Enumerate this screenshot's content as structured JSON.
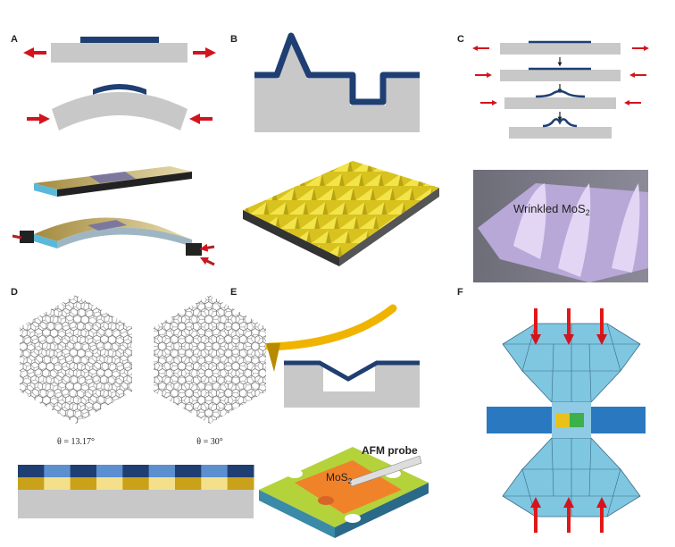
{
  "panels": {
    "a": {
      "label": "A"
    },
    "b": {
      "label": "B"
    },
    "c": {
      "label": "C",
      "sem_text": "Wrinkled MoS",
      "sem_sub": "2"
    },
    "d": {
      "label": "D",
      "angle_left": "θ = 13.17°",
      "angle_right": "θ = 30°"
    },
    "e": {
      "label": "E",
      "probe_text": "AFM probe",
      "sheet_text": "MoS",
      "sheet_sub": "2"
    },
    "f": {
      "label": "F"
    }
  },
  "colors": {
    "film": "#1f3f73",
    "substrate": "#c8c8c8",
    "arrow": "#d2141e",
    "gold": "#e8c21a",
    "diamond": "#7fc6e0"
  }
}
